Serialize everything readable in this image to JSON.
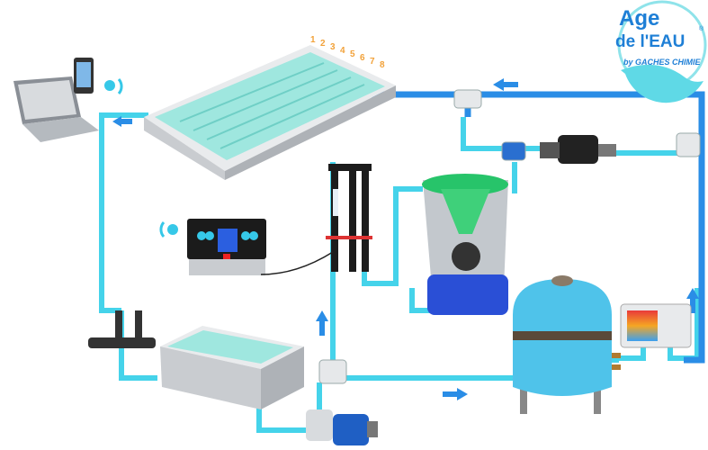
{
  "logo": {
    "line1": "Age",
    "line2": "de l'EAU",
    "registered": "®",
    "line3": "by GACHES CHIMIE"
  },
  "pool_jets": [
    "1",
    "2",
    "3",
    "4",
    "5",
    "6",
    "7",
    "8"
  ],
  "colors": {
    "supply_pipe": "#2a8de6",
    "return_pipe": "#45d3ea",
    "water": "#8fe3dc",
    "tank_grey": "#c9ccd0"
  }
}
